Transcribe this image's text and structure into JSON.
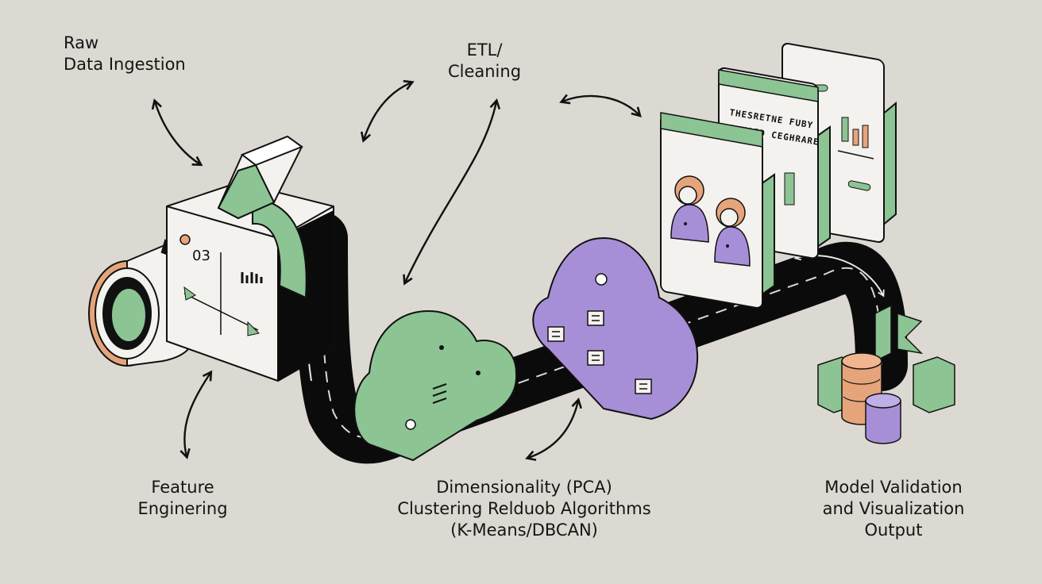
{
  "labels": {
    "raw": {
      "line1": "Raw",
      "line2": "Data Ingestion"
    },
    "etl": {
      "line1": "ETL/",
      "line2": "Cleaning"
    },
    "feature": {
      "line1": "Feature",
      "line2": "Enginering"
    },
    "dimensionality": {
      "line1": "Dimensionality (PCA)",
      "line2": "Clustering Relduob Algorithms",
      "line3": "(K-Means/DBCAN)"
    },
    "model": {
      "line1": "Model Validation",
      "line2": "and Visualization",
      "line3": "Output"
    }
  },
  "device": {
    "counter": "03"
  },
  "report_panel": {
    "line1": "THESRETNE FUBY",
    "line2": "TUMAED CEGHRARE"
  },
  "colors": {
    "background": "#dcd9d3",
    "green": "#8cc493",
    "purple": "#a78fd8",
    "orange": "#e6a47a",
    "road": "#0b0b0b"
  }
}
